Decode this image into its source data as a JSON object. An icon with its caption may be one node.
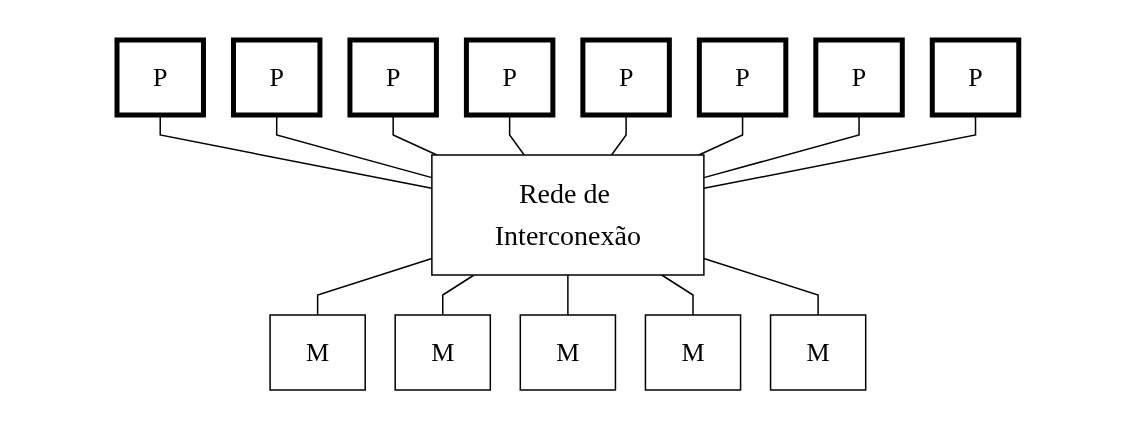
{
  "diagram": {
    "nodes": [
      {
        "text": [
          "P"
        ]
      },
      {
        "text": [
          "P"
        ]
      },
      {
        "text": [
          "P"
        ]
      },
      {
        "text": [
          "P"
        ]
      },
      {
        "text": [
          "P"
        ]
      },
      {
        "text": [
          "P"
        ]
      },
      {
        "text": [
          "P"
        ]
      },
      {
        "text": [
          "P"
        ]
      },
      {
        "text": [
          "Rede de Interconexão"
        ]
      },
      {
        "text": [
          "M"
        ]
      },
      {
        "text": [
          "M"
        ]
      },
      {
        "text": [
          "M"
        ]
      },
      {
        "text": [
          "M"
        ]
      },
      {
        "text": [
          "M"
        ]
      }
    ],
    "edges": [
      {
        "from": 0,
        "to": 8,
        "arrow": "none"
      },
      {
        "from": 1,
        "to": 8,
        "arrow": "none"
      },
      {
        "from": 2,
        "to": 8,
        "arrow": "none"
      },
      {
        "from": 3,
        "to": 8,
        "arrow": "none"
      },
      {
        "from": 4,
        "to": 8,
        "arrow": "none"
      },
      {
        "from": 5,
        "to": 8,
        "arrow": "none"
      },
      {
        "from": 6,
        "to": 8,
        "arrow": "none"
      },
      {
        "from": 7,
        "to": 8,
        "arrow": "none"
      },
      {
        "from": 8,
        "to": 9,
        "arrow": "none"
      },
      {
        "from": 8,
        "to": 10,
        "arrow": "none"
      },
      {
        "from": 8,
        "to": 11,
        "arrow": "none"
      },
      {
        "from": 8,
        "to": 12,
        "arrow": "none"
      },
      {
        "from": 8,
        "to": 13,
        "arrow": "none"
      }
    ]
  }
}
